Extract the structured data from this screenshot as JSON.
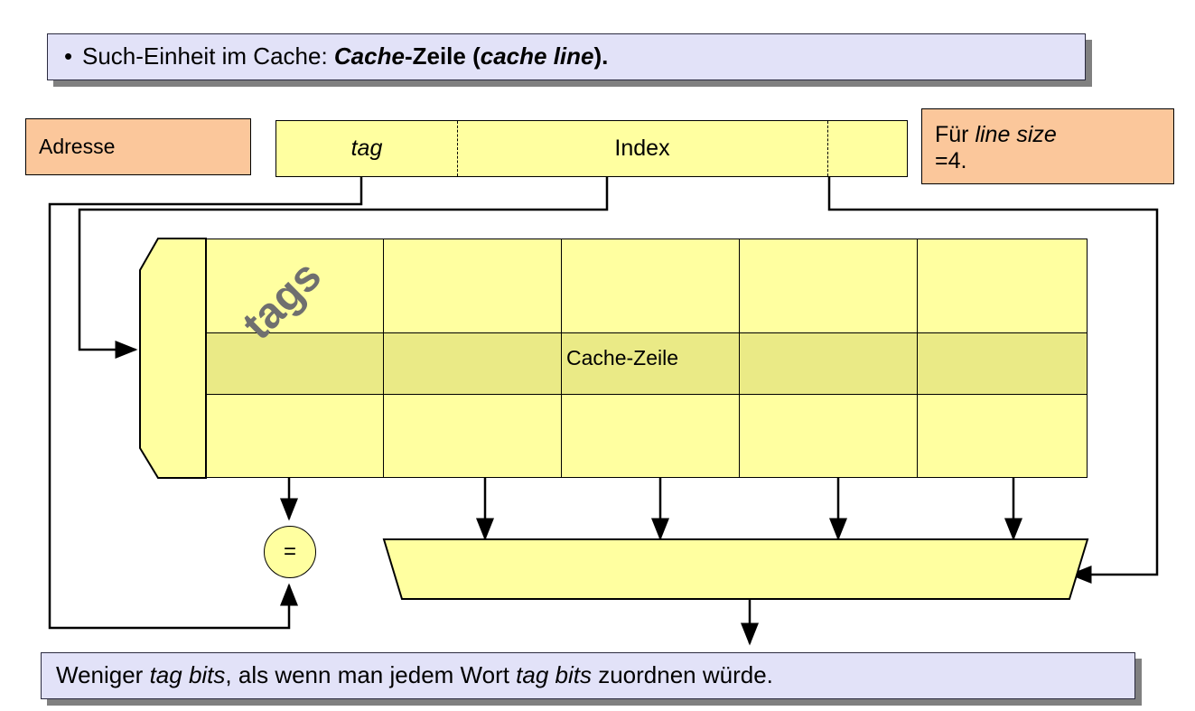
{
  "slide": {
    "title": {
      "bullet": "•",
      "lead": "Such-Einheit im Cache: ",
      "emphasis1": "Cache",
      "mid": "-Zeile (",
      "emphasis2": "cache line",
      "tail": ")."
    },
    "footer": {
      "part1": "Weniger ",
      "emphasis1": "tag bits",
      "part2": ", als wenn man jedem Wort ",
      "emphasis2": "tag bits",
      "part3": " zuordnen würde."
    }
  },
  "labels": {
    "address_box": "Adresse",
    "line_size_note_line1_lead": "Für ",
    "line_size_note_line1_em": "line size",
    "line_size_note_line2": "=4.",
    "cache_line": "Cache-Zeile",
    "tags": "tags",
    "comparator": "="
  },
  "address_fields": [
    {
      "name": "tag",
      "label": "tag",
      "italic": true
    },
    {
      "name": "index",
      "label": "Index",
      "italic": false
    },
    {
      "name": "offset",
      "label": "",
      "italic": false
    }
  ],
  "cache_array": {
    "rows": 3,
    "columns": 5,
    "highlighted_row_index": 1,
    "data_columns": 4,
    "tag_column_label": "tags"
  },
  "colors": {
    "callout_fill": "#E2E2F8",
    "callout_shadow": "#808080",
    "orange_fill": "#FBC79B",
    "yellow_fill": "#FFFFA0",
    "highlight_row": "#E4E4BE",
    "line": "#000000",
    "tags_text": "#6F6F6F"
  }
}
